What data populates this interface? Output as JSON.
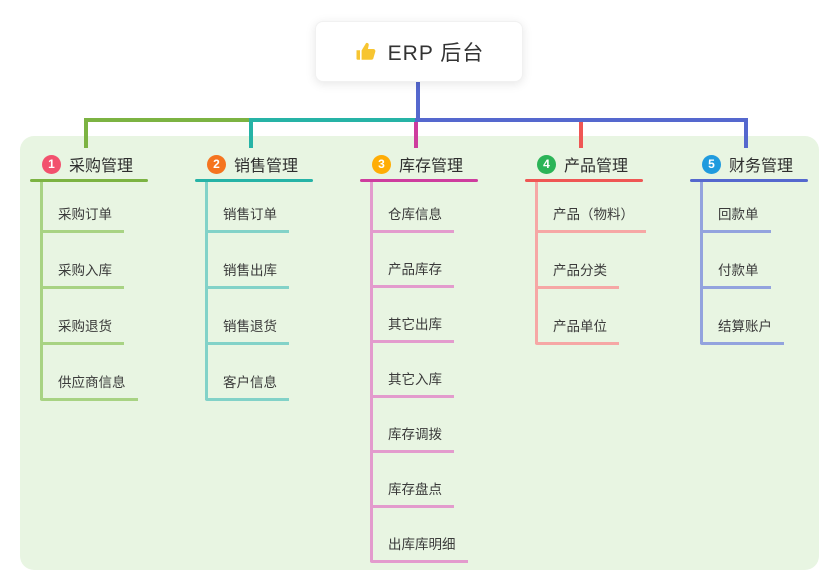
{
  "root": {
    "title": "ERP 后台",
    "icon": "thumbs-up-icon",
    "icon_color": "#F7C531",
    "line_color": "#5568CE"
  },
  "panel_color": "#E8F5E2",
  "branches": [
    {
      "number": "1",
      "title": "采购管理",
      "badge_color": "#F2516E",
      "line_color": "#7CB342",
      "light_line_color": "#A8D383",
      "children": [
        "采购订单",
        "采购入库",
        "采购退货",
        "供应商信息"
      ]
    },
    {
      "number": "2",
      "title": "销售管理",
      "badge_color": "#F5741F",
      "line_color": "#26B3A6",
      "light_line_color": "#82D2C8",
      "children": [
        "销售订单",
        "销售出库",
        "销售退货",
        "客户信息"
      ]
    },
    {
      "number": "3",
      "title": "库存管理",
      "badge_color": "#FFAD05",
      "line_color": "#CE3D9E",
      "light_line_color": "#E39BCD",
      "children": [
        "仓库信息",
        "产品库存",
        "其它出库",
        "其它入库",
        "库存调拨",
        "库存盘点",
        "出库库明细"
      ]
    },
    {
      "number": "4",
      "title": "产品管理",
      "badge_color": "#2BB457",
      "line_color": "#EF5654",
      "light_line_color": "#F6A7A5",
      "children": [
        "产品（物料）",
        "产品分类",
        "产品单位"
      ]
    },
    {
      "number": "5",
      "title": "财务管理",
      "badge_color": "#209BDE",
      "line_color": "#5568CE",
      "light_line_color": "#93A3DE",
      "children": [
        "回款单",
        "付款单",
        "结算账户"
      ]
    }
  ]
}
